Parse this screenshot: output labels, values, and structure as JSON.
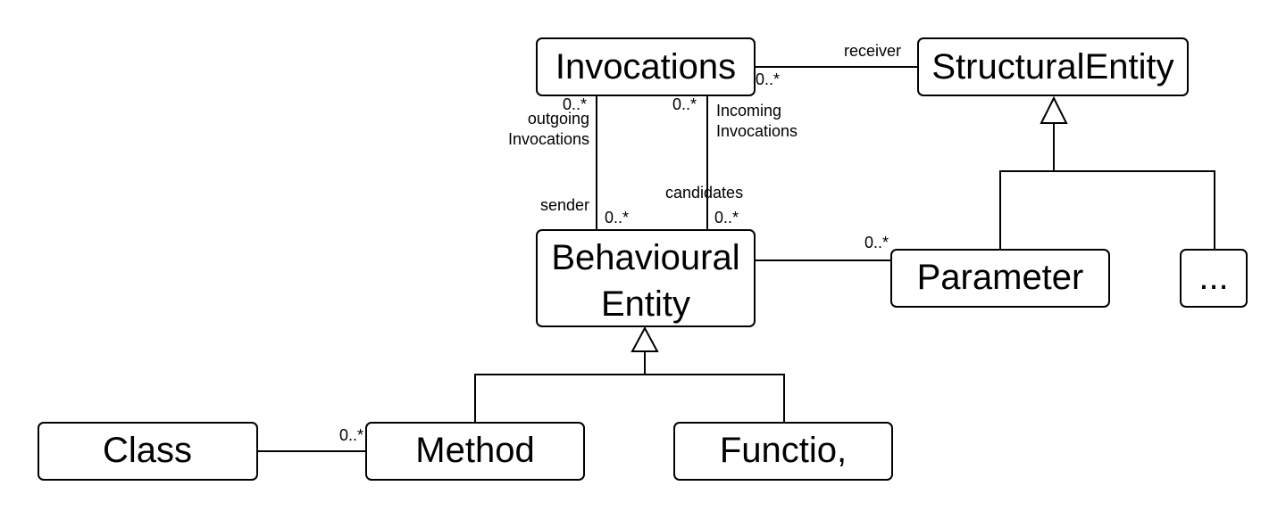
{
  "boxes": {
    "invocations": "Invocations",
    "structural_entity": "StructuralEntity",
    "behavioural_entity_line1": "Behavioural",
    "behavioural_entity_line2": "Entity",
    "parameter": "Parameter",
    "ellipsis": "...",
    "class": "Class",
    "method": "Method",
    "function": "Functio,"
  },
  "edges": {
    "receiver_role": "receiver",
    "receiver_mult": "0..*",
    "outgoing_mult": "0..*",
    "outgoing_role_line1": "outgoing",
    "outgoing_role_line2": "Invocations",
    "incoming_mult": "0..*",
    "incoming_role_line1": "Incoming",
    "incoming_role_line2": "Invocations",
    "sender_role": "sender",
    "sender_mult": "0..*",
    "candidates_role": "candidates",
    "candidates_mult": "0..*",
    "parameter_mult": "0..*",
    "method_mult": "0..*"
  }
}
